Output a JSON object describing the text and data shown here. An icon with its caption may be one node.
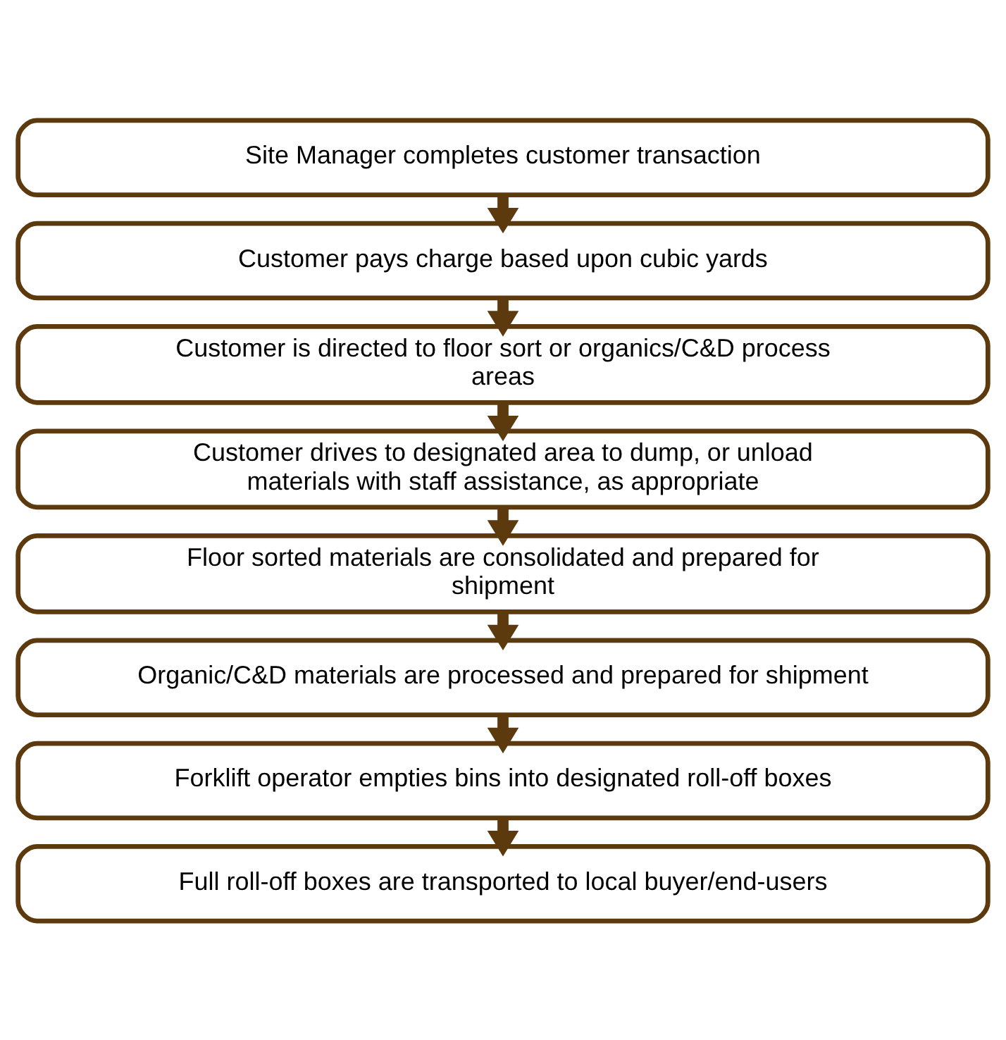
{
  "diagram": {
    "nodes": [
      {
        "text": [
          "Site Manager completes customer transaction"
        ]
      },
      {
        "text": [
          "Customer pays charge based upon cubic yards"
        ]
      },
      {
        "text": [
          "Customer is directed to floor sort or organics/C&D process areas"
        ]
      },
      {
        "text": [
          "Customer drives to designated area to dump, or unload materials with staff assistance, as appropriate"
        ]
      },
      {
        "text": [
          "Floor sorted materials are consolidated and prepared for shipment"
        ]
      },
      {
        "text": [
          "Organic/C&D materials are processed and prepared for shipment"
        ]
      },
      {
        "text": [
          "Forklift operator empties bins into designated roll-off boxes"
        ]
      },
      {
        "text": [
          "Full roll-off boxes are transported to local buyer/end-users"
        ]
      }
    ],
    "edges": [
      {
        "from": 0,
        "to": 1,
        "arrow": "to"
      },
      {
        "from": 1,
        "to": 2,
        "arrow": "to"
      },
      {
        "from": 2,
        "to": 3,
        "arrow": "to"
      },
      {
        "from": 3,
        "to": 4,
        "arrow": "to"
      },
      {
        "from": 4,
        "to": 5,
        "arrow": "to"
      },
      {
        "from": 5,
        "to": 6,
        "arrow": "to"
      },
      {
        "from": 6,
        "to": 7,
        "arrow": "to"
      }
    ]
  }
}
